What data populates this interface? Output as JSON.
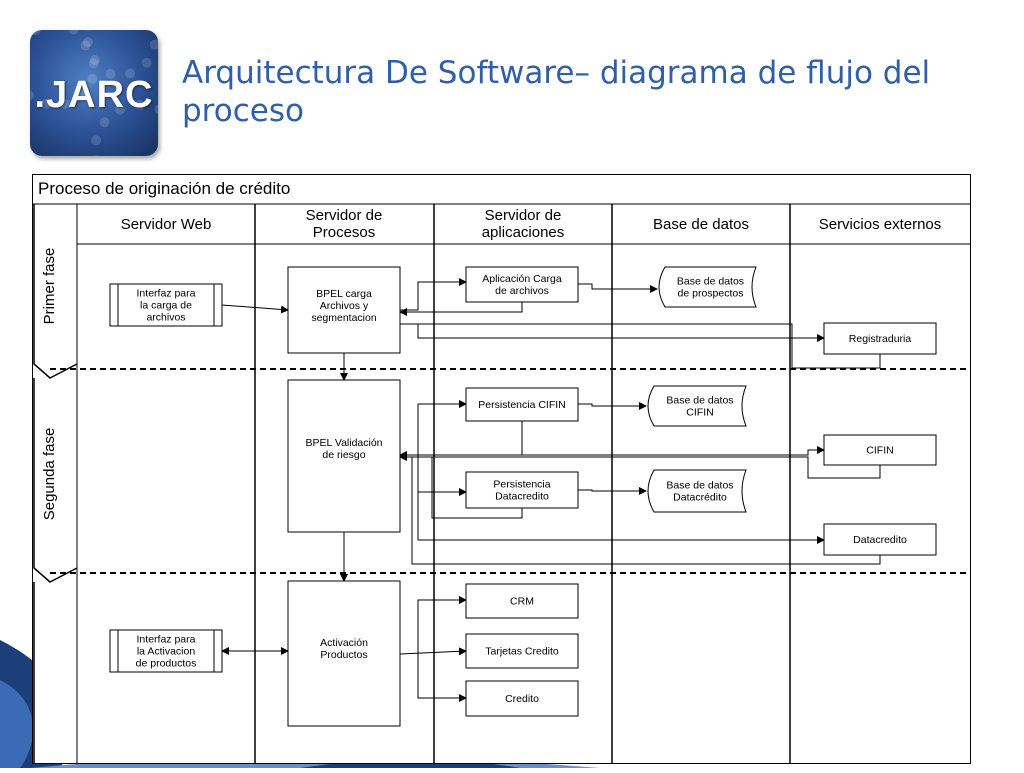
{
  "header": {
    "logo_text": ".JARC",
    "title": "Arquitectura De Software– diagrama de flujo del proceso"
  },
  "diagram": {
    "title": "Proceso de originación de crédito",
    "lanes": [
      {
        "id": "web",
        "label": [
          "Servidor Web"
        ]
      },
      {
        "id": "proc",
        "label": [
          "Servidor de",
          "Procesos"
        ]
      },
      {
        "id": "app",
        "label": [
          "Servidor de",
          "aplicaciones"
        ]
      },
      {
        "id": "db",
        "label": [
          "Base de datos"
        ]
      },
      {
        "id": "ext",
        "label": [
          "Servicios externos"
        ]
      }
    ],
    "phases": [
      {
        "id": "primer",
        "label": "Primer fase"
      },
      {
        "id": "segunda",
        "label": "Segunda fase"
      }
    ],
    "nodes": [
      {
        "id": "interfaz-carga",
        "shape": "subprocess",
        "label": [
          "Interfaz para",
          "la carga de",
          "archivos"
        ]
      },
      {
        "id": "bpel-carga",
        "shape": "process",
        "label": [
          "BPEL carga",
          "Archivos y",
          "segmentacion"
        ]
      },
      {
        "id": "app-carga",
        "shape": "process",
        "label": [
          "Aplicación Carga",
          "de archivos"
        ]
      },
      {
        "id": "db-prospectos",
        "shape": "storage",
        "label": [
          "Base de datos",
          "de prospectos"
        ]
      },
      {
        "id": "registraduria",
        "shape": "process",
        "label": [
          "Registraduria"
        ]
      },
      {
        "id": "bpel-riesgo",
        "shape": "process",
        "label": [
          "BPEL Validación",
          "de riesgo"
        ]
      },
      {
        "id": "pers-cifin",
        "shape": "process",
        "label": [
          "Persistencia CIFIN"
        ]
      },
      {
        "id": "db-cifin",
        "shape": "storage",
        "label": [
          "Base de datos",
          "CIFIN"
        ]
      },
      {
        "id": "cifin",
        "shape": "process",
        "label": [
          "CIFIN"
        ]
      },
      {
        "id": "pers-datacredito",
        "shape": "process",
        "label": [
          "Persistencia",
          "Datacredito"
        ]
      },
      {
        "id": "db-datacredito",
        "shape": "storage",
        "label": [
          "Base de datos",
          "Datacrédito"
        ]
      },
      {
        "id": "datacredito",
        "shape": "process",
        "label": [
          "Datacredito"
        ]
      },
      {
        "id": "interfaz-activacion",
        "shape": "subprocess",
        "label": [
          "Interfaz para",
          "la Activacion",
          "de productos"
        ]
      },
      {
        "id": "activacion",
        "shape": "process",
        "label": [
          "Activación",
          "Productos"
        ]
      },
      {
        "id": "crm",
        "shape": "process",
        "label": [
          "CRM"
        ]
      },
      {
        "id": "tarjetas",
        "shape": "process",
        "label": [
          "Tarjetas Credito"
        ]
      },
      {
        "id": "credito",
        "shape": "process",
        "label": [
          "Credito"
        ]
      }
    ],
    "edges": [
      {
        "from": "interfaz-carga",
        "to": "bpel-carga"
      },
      {
        "from": "bpel-carga",
        "to": "app-carga"
      },
      {
        "from": "app-carga",
        "to": "bpel-carga"
      },
      {
        "from": "app-carga",
        "to": "db-prospectos"
      },
      {
        "from": "bpel-carga",
        "to": "registraduria"
      },
      {
        "from": "registraduria",
        "to": "bpel-carga"
      },
      {
        "from": "bpel-carga",
        "to": "bpel-riesgo"
      },
      {
        "from": "bpel-riesgo",
        "to": "pers-cifin"
      },
      {
        "from": "pers-cifin",
        "to": "db-cifin"
      },
      {
        "from": "pers-cifin",
        "to": "bpel-riesgo"
      },
      {
        "from": "bpel-riesgo",
        "to": "cifin"
      },
      {
        "from": "cifin",
        "to": "bpel-riesgo"
      },
      {
        "from": "bpel-riesgo",
        "to": "pers-datacredito"
      },
      {
        "from": "pers-datacredito",
        "to": "db-datacredito"
      },
      {
        "from": "pers-datacredito",
        "to": "bpel-riesgo"
      },
      {
        "from": "bpel-riesgo",
        "to": "datacredito"
      },
      {
        "from": "datacredito",
        "to": "bpel-riesgo"
      },
      {
        "from": "bpel-riesgo",
        "to": "activacion"
      },
      {
        "from": "interfaz-activacion",
        "to": "activacion",
        "bidirectional": true
      },
      {
        "from": "activacion",
        "to": "crm"
      },
      {
        "from": "activacion",
        "to": "tarjetas"
      },
      {
        "from": "activacion",
        "to": "credito"
      }
    ]
  },
  "colors": {
    "title": "#2e5fa8",
    "logo": "#2a4f92",
    "line": "#000000",
    "accent_wave": "#1c3f7a"
  }
}
